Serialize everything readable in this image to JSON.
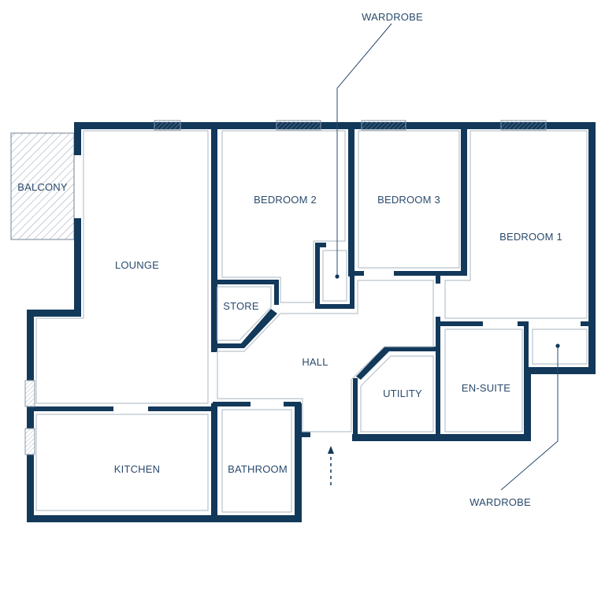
{
  "rooms": {
    "balcony": "BALCONY",
    "lounge": "LOUNGE",
    "bedroom2": "BEDROOM 2",
    "bedroom3": "BEDROOM 3",
    "bedroom1": "BEDROOM 1",
    "store": "STORE",
    "hall": "HALL",
    "utility": "UTILITY",
    "ensuite": "EN-SUITE",
    "kitchen": "KITCHEN",
    "bathroom": "BATHROOM"
  },
  "callouts": {
    "wardrobe_top": "WARDROBE",
    "wardrobe_bottom": "WARDROBE"
  },
  "colors": {
    "wall": "#12385a",
    "text": "#2a4b6d",
    "inner_line": "#b9c3cc"
  }
}
